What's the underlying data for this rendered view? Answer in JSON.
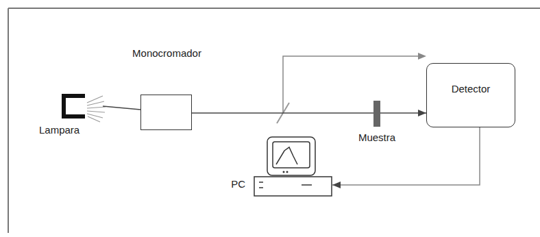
{
  "diagram": {
    "nodes": [
      {
        "text": [
          "Monocromador"
        ]
      },
      {
        "text": [
          "Muestra"
        ]
      },
      {
        "text": [
          "Detector"
        ]
      },
      {
        "text": [
          "PC"
        ]
      }
    ],
    "edges": [
      {
        "from": 0,
        "to": 1,
        "arrow": "none"
      },
      {
        "from": 1,
        "to": 2,
        "arrow": "to"
      },
      {
        "from": 2,
        "to": 3,
        "arrow": "to"
      }
    ],
    "labels": [
      "Lampara"
    ]
  }
}
